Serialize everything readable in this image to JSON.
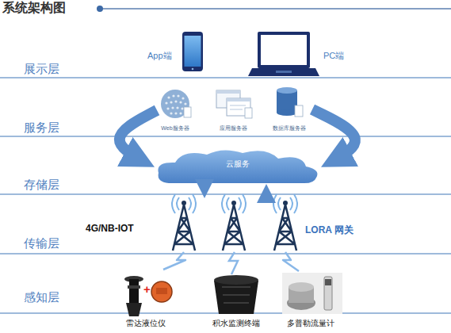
{
  "diagram": {
    "title": "系统架构图",
    "nodes": [
      {
        "text": [
          "App端"
        ]
      },
      {
        "text": [
          "PC端"
        ]
      },
      {
        "text": [
          "Web服务器"
        ]
      },
      {
        "text": [
          "应用服务器"
        ]
      },
      {
        "text": [
          "数据库服务器"
        ]
      },
      {
        "text": [
          "云服务"
        ]
      },
      {
        "text": [
          "4G/NB-IOT"
        ]
      },
      {
        "text": [
          "LORA 网关"
        ]
      },
      {
        "text": [
          "雷达液位仪"
        ]
      },
      {
        "text": [
          "积水监测终端"
        ]
      },
      {
        "text": [
          "多普勒流量计"
        ]
      }
    ],
    "edges": [
      {
        "from": 2,
        "to": 5,
        "arrow": "to"
      },
      {
        "from": 4,
        "to": 5,
        "arrow": "to"
      },
      {
        "from": 5,
        "to": 6,
        "arrow": "to"
      },
      {
        "from": 7,
        "to": 5,
        "arrow": "to"
      },
      {
        "from": 6,
        "to": 8,
        "arrow": "none"
      },
      {
        "from": 7,
        "to": 10,
        "arrow": "none"
      }
    ],
    "labels": [
      "展示层",
      "服务层",
      "存储层",
      "传输层",
      "感知层",
      "+"
    ]
  }
}
